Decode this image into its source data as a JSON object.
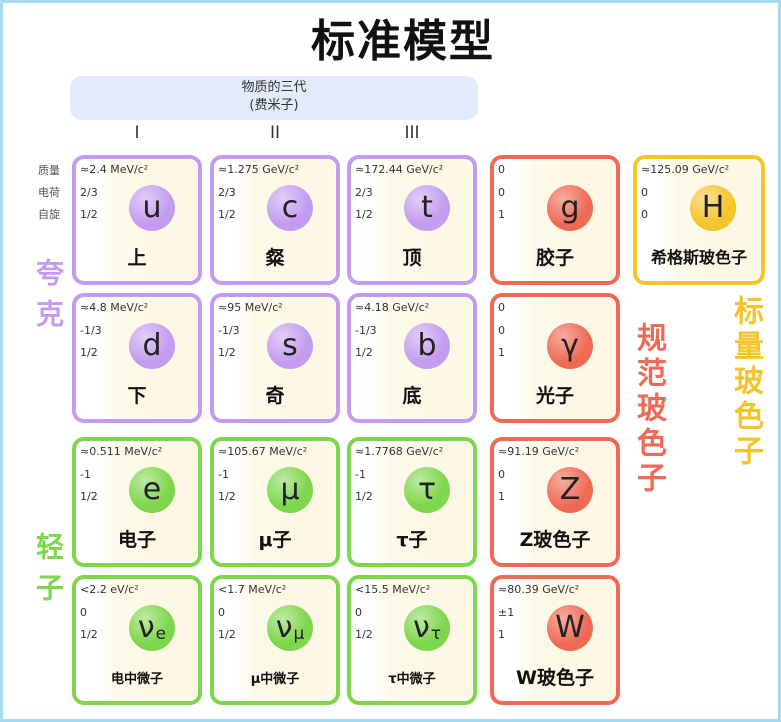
{
  "title": "标准模型",
  "header": {
    "line1": "物质的三代",
    "line2": "(费米子)"
  },
  "generations": [
    "I",
    "II",
    "III"
  ],
  "property_labels": {
    "mass": "质量",
    "charge": "电荷",
    "spin": "自旋"
  },
  "group_labels": {
    "quarks": "夸克",
    "leptons": "轻子",
    "gauge_bosons": "规范玻色子",
    "scalar_bosons": "标量玻色子"
  },
  "colors": {
    "quark": "#c49cef",
    "lepton": "#7dd64b",
    "gauge_boson": "#ef6a55",
    "scalar_boson": "#f4c42b",
    "header_background": "#e2ebfb",
    "frame": "#a6daf3"
  },
  "particles": {
    "up": {
      "mass": "≈2.4 MeV/c²",
      "charge": "2/3",
      "spin": "1/2",
      "symbol": "u",
      "name": "上"
    },
    "charm": {
      "mass": "≈1.275 GeV/c²",
      "charge": "2/3",
      "spin": "1/2",
      "symbol": "c",
      "name": "粲"
    },
    "top": {
      "mass": "≈172.44 GeV/c²",
      "charge": "2/3",
      "spin": "1/2",
      "symbol": "t",
      "name": "顶"
    },
    "down": {
      "mass": "≈4.8 MeV/c²",
      "charge": "-1/3",
      "spin": "1/2",
      "symbol": "d",
      "name": "下"
    },
    "strange": {
      "mass": "≈95 MeV/c²",
      "charge": "-1/3",
      "spin": "1/2",
      "symbol": "s",
      "name": "奇"
    },
    "bottom": {
      "mass": "≈4.18 GeV/c²",
      "charge": "-1/3",
      "spin": "1/2",
      "symbol": "b",
      "name": "底"
    },
    "electron": {
      "mass": "≈0.511 MeV/c²",
      "charge": "-1",
      "spin": "1/2",
      "symbol": "e",
      "name": "电子"
    },
    "muon": {
      "mass": "≈105.67 MeV/c²",
      "charge": "-1",
      "spin": "1/2",
      "symbol": "μ",
      "name": "μ子"
    },
    "tau": {
      "mass": "≈1.7768 GeV/c²",
      "charge": "-1",
      "spin": "1/2",
      "symbol": "τ",
      "name": "τ子"
    },
    "electron_neutrino": {
      "mass": "<2.2 eV/c²",
      "charge": "0",
      "spin": "1/2",
      "symbol": "ν",
      "subscript": "e",
      "name": "电中微子"
    },
    "muon_neutrino": {
      "mass": "<1.7 MeV/c²",
      "charge": "0",
      "spin": "1/2",
      "symbol": "ν",
      "subscript": "μ",
      "name": "μ中微子"
    },
    "tau_neutrino": {
      "mass": "<15.5 MeV/c²",
      "charge": "0",
      "spin": "1/2",
      "symbol": "ν",
      "subscript": "τ",
      "name": "τ中微子"
    },
    "gluon": {
      "mass": "0",
      "charge": "0",
      "spin": "1",
      "symbol": "g",
      "name": "胶子"
    },
    "photon": {
      "mass": "0",
      "charge": "0",
      "spin": "1",
      "symbol": "γ",
      "name": "光子"
    },
    "z_boson": {
      "mass": "≈91.19 GeV/c²",
      "charge": "0",
      "spin": "1",
      "symbol": "Z",
      "name": "Z玻色子"
    },
    "w_boson": {
      "mass": "≈80.39 GeV/c²",
      "charge": "±1",
      "spin": "1",
      "symbol": "W",
      "name": "W玻色子"
    },
    "higgs": {
      "mass": "≈125.09 GeV/c²",
      "charge": "0",
      "spin": "0",
      "symbol": "H",
      "name": "希格斯玻色子"
    }
  }
}
